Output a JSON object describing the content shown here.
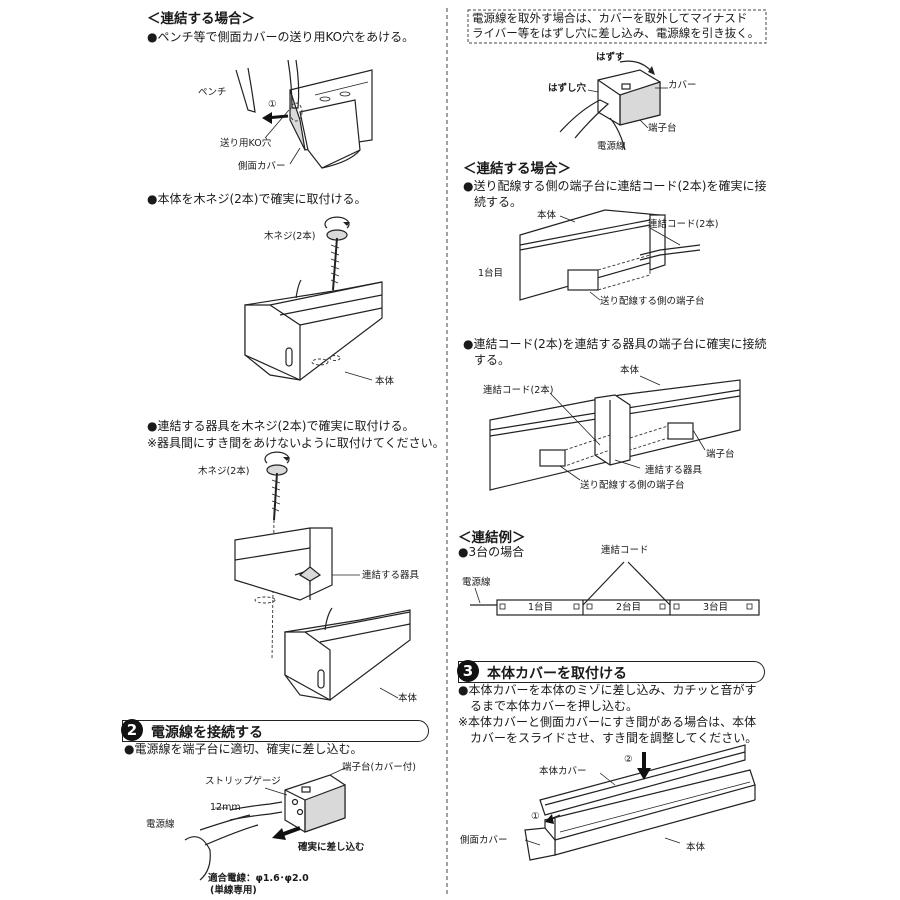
{
  "left": {
    "connect_heading": "＜連結する場合＞",
    "step_ko": "●ペンチ等で側面カバーの送り用KO穴をあける。",
    "label_pliers": "ペンチ",
    "label_circle1": "①",
    "label_ko_hole": "送り用KO穴",
    "label_side_cover": "側面カバー",
    "step_screw_body": "●本体を木ネジ(2本)で確実に取付ける。",
    "label_wood_screw_a": "木ネジ(2本)",
    "label_body_a": "本体",
    "step_screw_fixture": "●連結する器具を木ネジ(2本)で確実に取付ける。",
    "note_gap": "※器具間にすき間をあけないように取付けてください。",
    "label_wood_screw_b": "木ネジ(2本)",
    "label_connected_fixture": "連結する器具",
    "label_body_b": "本体",
    "section2_num": "2",
    "section2_title": "電源線を接続する",
    "step_wire": "●電源線を端子台に適切、確実に差し込む。",
    "label_strip_gauge": "ストリップゲージ",
    "label_terminal_cover": "端子台(カバー付)",
    "label_12mm": "12mm",
    "label_power_wire": "電源線",
    "label_insert": "確実に差し込む",
    "label_wire_spec": "適合電線：φ1.6･φ2.0",
    "label_single_wire": "(単線専用)"
  },
  "right": {
    "note_box_line1": "電源線を取外す場合は、カバーを取外してマイナスド",
    "note_box_line2": "ライバー等をはずし穴に差し込み、電源線を引き抜く。",
    "label_remove": "はずす",
    "label_release_hole": "はずし穴",
    "label_cover": "カバー",
    "label_terminal_block": "端子台",
    "label_power_wire": "電源線",
    "connect_heading": "＜連結する場合＞",
    "step_cord_line1": "●送り配線する側の端子台に連結コード(2本)を確実に接",
    "step_cord_line2": "続する。",
    "label_body_c": "本体",
    "label_cord_c": "連結コード(2本)",
    "label_first_unit": "1台目",
    "label_feed_terminal_c": "送り配線する側の端子台",
    "step_cord2_line1": "●連結コード(2本)を連結する器具の端子台に確実に接続",
    "step_cord2_line2": "する。",
    "label_body_d": "本体",
    "label_cord_d": "連結コード(2本)",
    "label_terminal_d": "端子台",
    "label_connected_fixture_d": "連結する器具",
    "label_feed_terminal_d": "送り配線する側の端子台",
    "example_heading": "＜連結例＞",
    "example_case": "●3台の場合",
    "label_link_cord": "連結コード",
    "label_power_wire_ex": "電源線",
    "unit1": "1台目",
    "unit2": "2台目",
    "unit3": "3台目",
    "section3_num": "3",
    "section3_title": "本体カバーを取付ける",
    "step_cover_line1": "●本体カバーを本体のミゾに差し込み、カチッと音がす",
    "step_cover_line2": "るまで本体カバーを押し込む。",
    "note_cover_line1": "※本体カバーと側面カバーにすき間がある場合は、本体",
    "note_cover_line2": "カバーをスライドさせ、すき間を調整してください。",
    "label_body_cover": "本体カバー",
    "label_circle2": "②",
    "label_circle1": "①",
    "label_side_cover": "側面カバー",
    "label_body_e": "本体"
  }
}
